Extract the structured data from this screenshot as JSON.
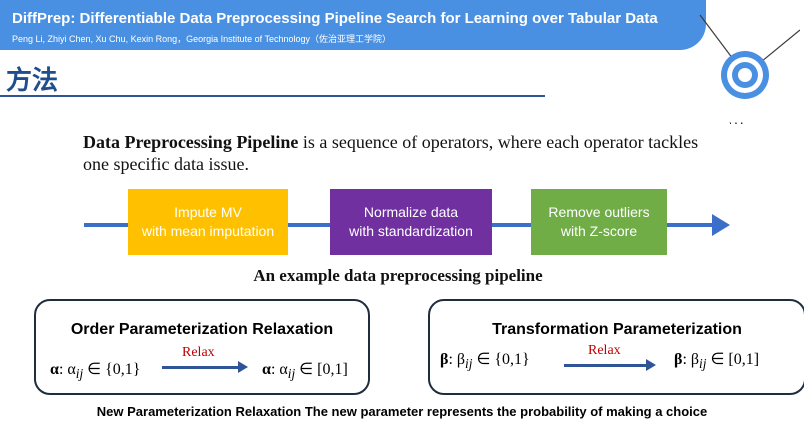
{
  "header": {
    "title": "DiffPrep: Differentiable Data Preprocessing Pipeline Search for Learning over Tabular Data",
    "authors": "Peng Li, Zhiyi Chen, Xu Chu, Kexin Rong，Georgia Institute of Technology（佐治亚理工学院）"
  },
  "section": {
    "title": "方法"
  },
  "more_indicator": "···",
  "pipeline": {
    "intro_bold": "Data Preprocessing Pipeline",
    "intro_rest": " is a sequence of operators, where each operator tackles one specific data issue.",
    "operators": [
      {
        "line1": "Impute MV",
        "line2": "with mean imputation",
        "color": "#ffc000"
      },
      {
        "line1": "Normalize data",
        "line2": "with standardization",
        "color": "#7030a0"
      },
      {
        "line1": "Remove outliers",
        "line2": "with Z-score",
        "color": "#70ad47"
      }
    ],
    "caption": "An example data preprocessing pipeline"
  },
  "order_box": {
    "title": "Order Parameterization Relaxation",
    "left_greek": "α",
    "left_formula": ": α",
    "left_sub": "ij",
    "left_set": " ∈ {0,1}",
    "relax": "Relax",
    "right_greek": "α",
    "right_formula": ": α",
    "right_sub": "ij",
    "right_set": " ∈ [0,1]"
  },
  "transform_box": {
    "title": "Transformation Parameterization",
    "left_greek": "β",
    "left_formula": ": β",
    "left_sub": "ij",
    "left_set": " ∈ {0,1}",
    "relax": "Relax",
    "right_greek": "β",
    "right_formula": ": β",
    "right_sub": "ij",
    "right_set": " ∈ [0,1]"
  },
  "footer": "New Parameterization Relaxation The new parameter represents the probability of making a choice",
  "colors": {
    "banner": "#4a90e2",
    "accent": "#3b6fc9",
    "relax_text": "#c00000"
  }
}
